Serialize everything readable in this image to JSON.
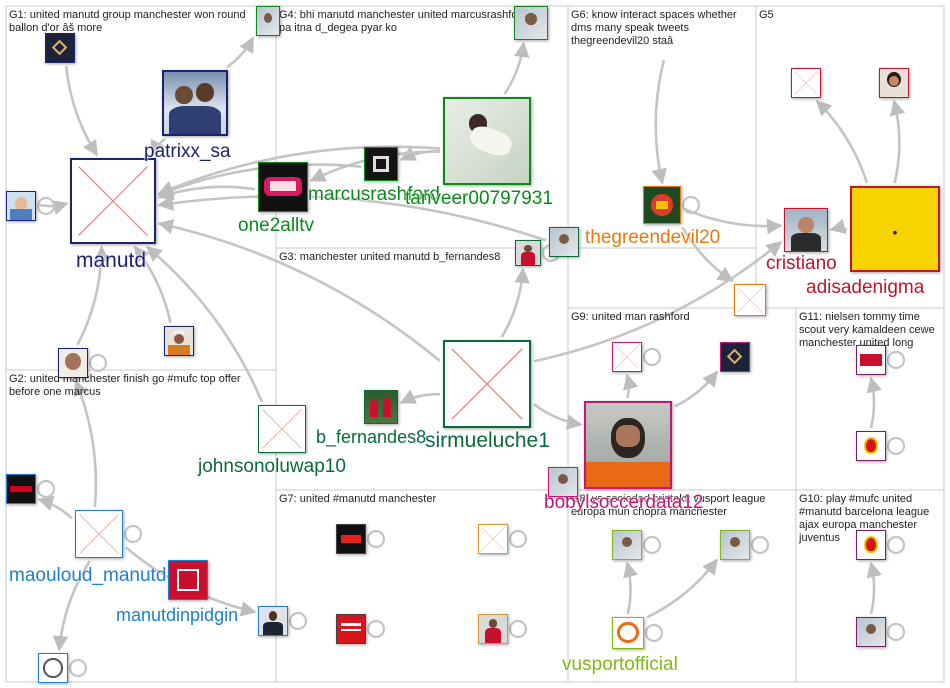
{
  "groups": [
    {
      "id": "G1",
      "label": "G1: united manutd group manchester won round ballon d'or âš more"
    },
    {
      "id": "G4",
      "label": "G4: bhi manutd manchester united marcusrashford pa itna d_degea pyar ko"
    },
    {
      "id": "G6",
      "label": "G6: know interact spaces whether dms many speak tweets thegreendevil20 staâ"
    },
    {
      "id": "G5",
      "label": "G5"
    },
    {
      "id": "G3",
      "label": "G3: manchester united manutd b_fernandes8"
    },
    {
      "id": "G9",
      "label": "G9: united man rashford"
    },
    {
      "id": "G11",
      "label": "G11: nielsen tommy time scout very kamaldeen cewe manchester united long"
    },
    {
      "id": "G2",
      "label": "G2: united manchester finish go #mufc top offer before one marcus"
    },
    {
      "id": "G7",
      "label": "G7: united #manutd manchester"
    },
    {
      "id": "G8",
      "label": "G8: ys sociedad cristakit vusport league europa mun chopra manchester"
    },
    {
      "id": "G10",
      "label": "G10: play #mufc united #manutd barcelona league ajax europa manchester juventus"
    }
  ],
  "nodes": [
    {
      "id": "manutd",
      "label": "manutd",
      "color": "#1a2370",
      "icon": "placeholder"
    },
    {
      "id": "patrixx_sa",
      "label": "patrixx_sa",
      "color": "#1a2370",
      "icon": "photo-two-men"
    },
    {
      "id": "g1_logo",
      "label": "",
      "color": "#1a2370",
      "icon": "dark-logo"
    },
    {
      "id": "g1_kid",
      "label": "",
      "color": "#1a2370",
      "icon": "photo-child"
    },
    {
      "id": "g1_man_cap",
      "label": "",
      "color": "#1a2370",
      "icon": "photo-man-cap"
    },
    {
      "id": "g1_face",
      "label": "",
      "color": "#1a2370",
      "icon": "photo-face"
    },
    {
      "id": "one2alltv",
      "label": "one2alltv",
      "color": "#0a8a1a",
      "icon": "tv-logo"
    },
    {
      "id": "marcusrashford",
      "label": "marcusrashford",
      "color": "#0a8a1a",
      "icon": "mr-logo"
    },
    {
      "id": "tanveer00797931",
      "label": "tanveer00797931",
      "color": "#0a8a1a",
      "icon": "photo-lying"
    },
    {
      "id": "g4_top",
      "label": "",
      "color": "#0a8a1a",
      "icon": "photo-small"
    },
    {
      "id": "g4_topleft",
      "label": "",
      "color": "#0a8a1a",
      "icon": "photo-small"
    },
    {
      "id": "thegreendevil20",
      "label": "thegreendevil20",
      "color": "#e87a0c",
      "icon": "devil-logo"
    },
    {
      "id": "cristiano",
      "label": "cristiano",
      "color": "#c0162d",
      "icon": "photo-cristiano"
    },
    {
      "id": "adisadenigma",
      "label": "adisadenigma",
      "color": "#c0162d",
      "icon": "adisa-logo"
    },
    {
      "id": "g5_placeholder",
      "label": "",
      "color": "#c0162d",
      "icon": "placeholder"
    },
    {
      "id": "g5_woman",
      "label": "",
      "color": "#c0162d",
      "icon": "photo-woman"
    },
    {
      "id": "g5_orange",
      "label": "",
      "color": "#e87a0c",
      "icon": "placeholder"
    },
    {
      "id": "sirmueluche1",
      "label": "sirmueluche1",
      "color": "#0a6b3a",
      "icon": "placeholder"
    },
    {
      "id": "b_fernandes8",
      "label": "b_fernandes8",
      "color": "#0a6b3a",
      "icon": "photo-players"
    },
    {
      "id": "johnsonoluwap10",
      "label": "johnsonoluwap10",
      "color": "#0a6b3a",
      "icon": "placeholder"
    },
    {
      "id": "g3_player",
      "label": "",
      "color": "#0a6b3a",
      "icon": "photo-player"
    },
    {
      "id": "g3_small",
      "label": "",
      "color": "#0a6b3a",
      "icon": "photo-small"
    },
    {
      "id": "bobylsoccerfan",
      "label": "bobylsoccerdata12",
      "color": "#c2187a",
      "icon": "photo-man-orange"
    },
    {
      "id": "g9_placeholder",
      "label": "",
      "color": "#c2187a",
      "icon": "placeholder"
    },
    {
      "id": "g9_logo",
      "label": "",
      "color": "#c2187a",
      "icon": "dark-logo"
    },
    {
      "id": "g9_small",
      "label": "",
      "color": "#c2187a",
      "icon": "photo-small"
    },
    {
      "id": "g11_mpb",
      "label": "",
      "color": "#7b1c6a",
      "icon": "mpb-logo"
    },
    {
      "id": "g11_badge",
      "label": "",
      "color": "#7b1c6a",
      "icon": "badge"
    },
    {
      "id": "maouloud_manutd",
      "label": "maouloud_manutd",
      "color": "#1e7fd0",
      "icon": "placeholder"
    },
    {
      "id": "manutdinpidgin",
      "label": "manutdinpidgin",
      "color": "#1e7fd0",
      "icon": "photo-man-suit"
    },
    {
      "id": "g2_espn",
      "label": "",
      "color": "#1e7fd0",
      "icon": "espn-logo"
    },
    {
      "id": "g2_red",
      "label": "",
      "color": "#1e7fd0",
      "icon": "red-logo"
    },
    {
      "id": "g2_bottom",
      "label": "",
      "color": "#1e7fd0",
      "icon": "round-logo"
    },
    {
      "id": "g7_exsports",
      "label": "",
      "color": "#444444",
      "icon": "ex-logo"
    },
    {
      "id": "g7_placeholder",
      "label": "",
      "color": "#d19a2a",
      "icon": "placeholder"
    },
    {
      "id": "g7_mufans",
      "label": "",
      "color": "#444444",
      "icon": "mu-fans-logo"
    },
    {
      "id": "g7_player",
      "label": "",
      "color": "#d19a2a",
      "icon": "photo-player"
    },
    {
      "id": "vusportofficial",
      "label": "vusportofficial",
      "color": "#7fb81a",
      "icon": "vusport-logo"
    },
    {
      "id": "g8_a",
      "label": "",
      "color": "#7fb81a",
      "icon": "photo-small"
    },
    {
      "id": "g8_b",
      "label": "",
      "color": "#7fb81a",
      "icon": "photo-small"
    },
    {
      "id": "g10_a",
      "label": "",
      "color": "#7b1c6a",
      "icon": "badge"
    },
    {
      "id": "g10_b",
      "label": "",
      "color": "#7b1c6a",
      "icon": "photo-small"
    }
  ],
  "edges": [
    [
      "patrixx_sa",
      "manutd"
    ],
    [
      "g1_logo",
      "manutd"
    ],
    [
      "g1_kid",
      "manutd"
    ],
    [
      "g1_man_cap",
      "manutd"
    ],
    [
      "g1_face",
      "manutd"
    ],
    [
      "patrixx_sa",
      "g4_topleft"
    ],
    [
      "tanveer00797931",
      "manutd"
    ],
    [
      "tanveer00797931",
      "marcusrashford"
    ],
    [
      "tanveer00797931",
      "one2alltv"
    ],
    [
      "tanveer00797931",
      "g4_top"
    ],
    [
      "one2alltv",
      "manutd"
    ],
    [
      "marcusrashford",
      "manutd"
    ],
    [
      "thegreendevil20",
      "g5_orange"
    ],
    [
      "thegreendevil20",
      "cristiano"
    ],
    [
      "adisadenigma",
      "cristiano"
    ],
    [
      "adisadenigma",
      "g5_placeholder"
    ],
    [
      "adisadenigma",
      "g5_woman"
    ],
    [
      "sirmueluche1",
      "manutd"
    ],
    [
      "sirmueluche1",
      "b_fernandes8"
    ],
    [
      "sirmueluche1",
      "g3_player"
    ],
    [
      "sirmueluche1",
      "cristiano"
    ],
    [
      "johnsonoluwap10",
      "manutd"
    ],
    [
      "sirmueluche1",
      "bobylsoccerfan"
    ],
    [
      "bobylsoccerfan",
      "g9_placeholder"
    ],
    [
      "bobylsoccerfan",
      "g9_logo"
    ],
    [
      "g3_small",
      "manutd"
    ],
    [
      "g11_badge",
      "g11_mpb"
    ],
    [
      "maouloud_manutd",
      "g2_espn"
    ],
    [
      "maouloud_manutd",
      "g1_face"
    ],
    [
      "maouloud_manutd",
      "g2_bottom"
    ],
    [
      "maouloud_manutd",
      "manutdinpidgin"
    ],
    [
      "vusportofficial",
      "g8_a"
    ],
    [
      "vusportofficial",
      "g8_b"
    ],
    [
      "g10_b",
      "g10_a"
    ],
    [
      "g6_greendevil_src",
      "thegreendevil20"
    ]
  ]
}
